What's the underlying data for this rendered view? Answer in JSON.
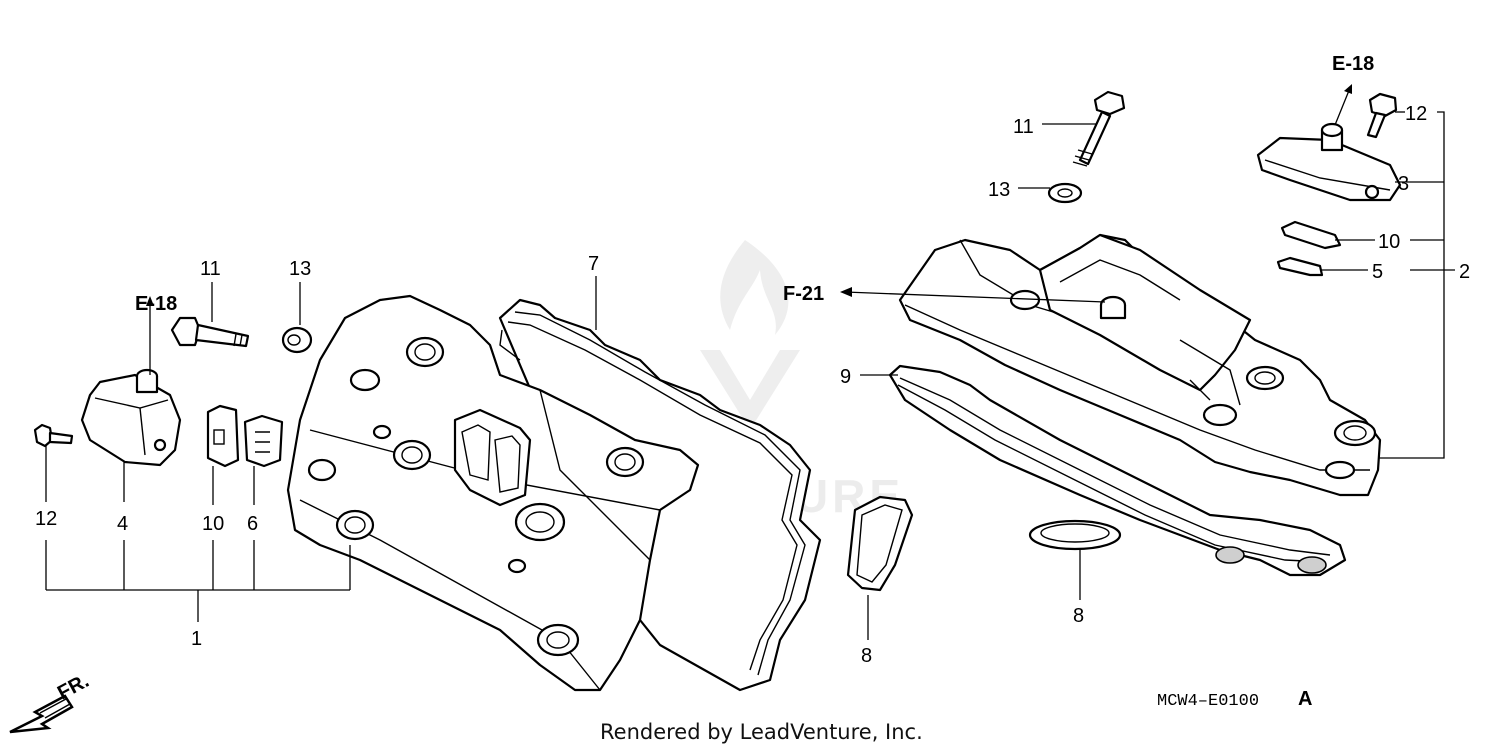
{
  "callouts": {
    "left": {
      "e18": "E-18",
      "n11": "11",
      "n13": "13",
      "n7": "7",
      "n12": "12",
      "n4": "4",
      "n10": "10",
      "n6": "6",
      "n1": "1",
      "n8": "8"
    },
    "right": {
      "e18": "E-18",
      "n12": "12",
      "n11": "11",
      "n13": "13",
      "n3": "3",
      "n10": "10",
      "n5": "5",
      "n2": "2",
      "f21": "F-21",
      "n9": "9",
      "n8": "8"
    }
  },
  "direction_label": "FR.",
  "diagram_code": "MCW4–E0100",
  "diagram_code_suffix": "A",
  "credit": "Rendered by LeadVenture, Inc.",
  "watermark": "LEADVENTURE"
}
